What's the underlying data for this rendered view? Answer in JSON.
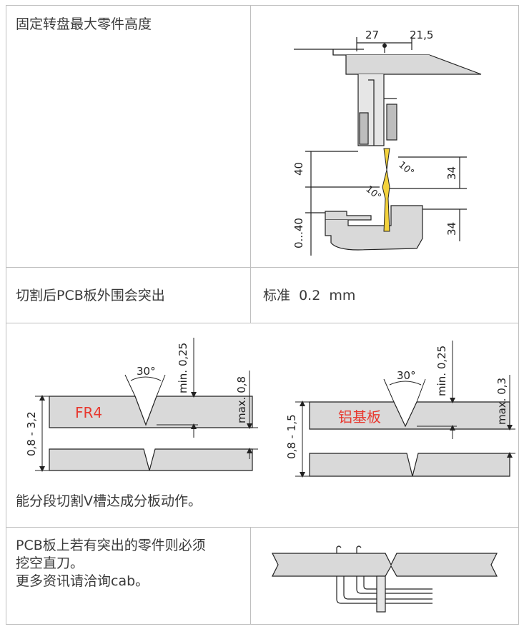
{
  "rows": {
    "turntable": {
      "label": "固定转盘最大零件高度",
      "dims": {
        "top_left": "27",
        "top_right": "21,5",
        "left_upper": "40",
        "left_lower": "0...40",
        "right_upper": "34",
        "right_lower": "34",
        "angle_a": "10°",
        "angle_b": "10°"
      }
    },
    "protrusion": {
      "label": "切割后PCB板外围会突出",
      "value": "标准  0.2  mm"
    },
    "vgroove": {
      "fr4": {
        "material": "FR4",
        "thickness": "0,8 - 3,2",
        "angle": "30°",
        "min_depth": "min. 0,25",
        "max_residual": "max. 0,8"
      },
      "aluminum": {
        "material": "铝基板",
        "thickness": "0,8 - 1,5",
        "angle": "30°",
        "min_depth": "min. 0,25",
        "max_residual": "max. 0,3"
      },
      "note": "能分段切割V槽达成分板动作。"
    },
    "components": {
      "line1": "PCB板上若有突出的零件则必须",
      "line2": "挖空直刀。",
      "line3": "更多资讯请洽询cab。"
    }
  },
  "colors": {
    "grid": "#bfbfbf",
    "board": "#d9d9d9",
    "blade": "#f3d23c",
    "label_red": "#e8382f"
  }
}
